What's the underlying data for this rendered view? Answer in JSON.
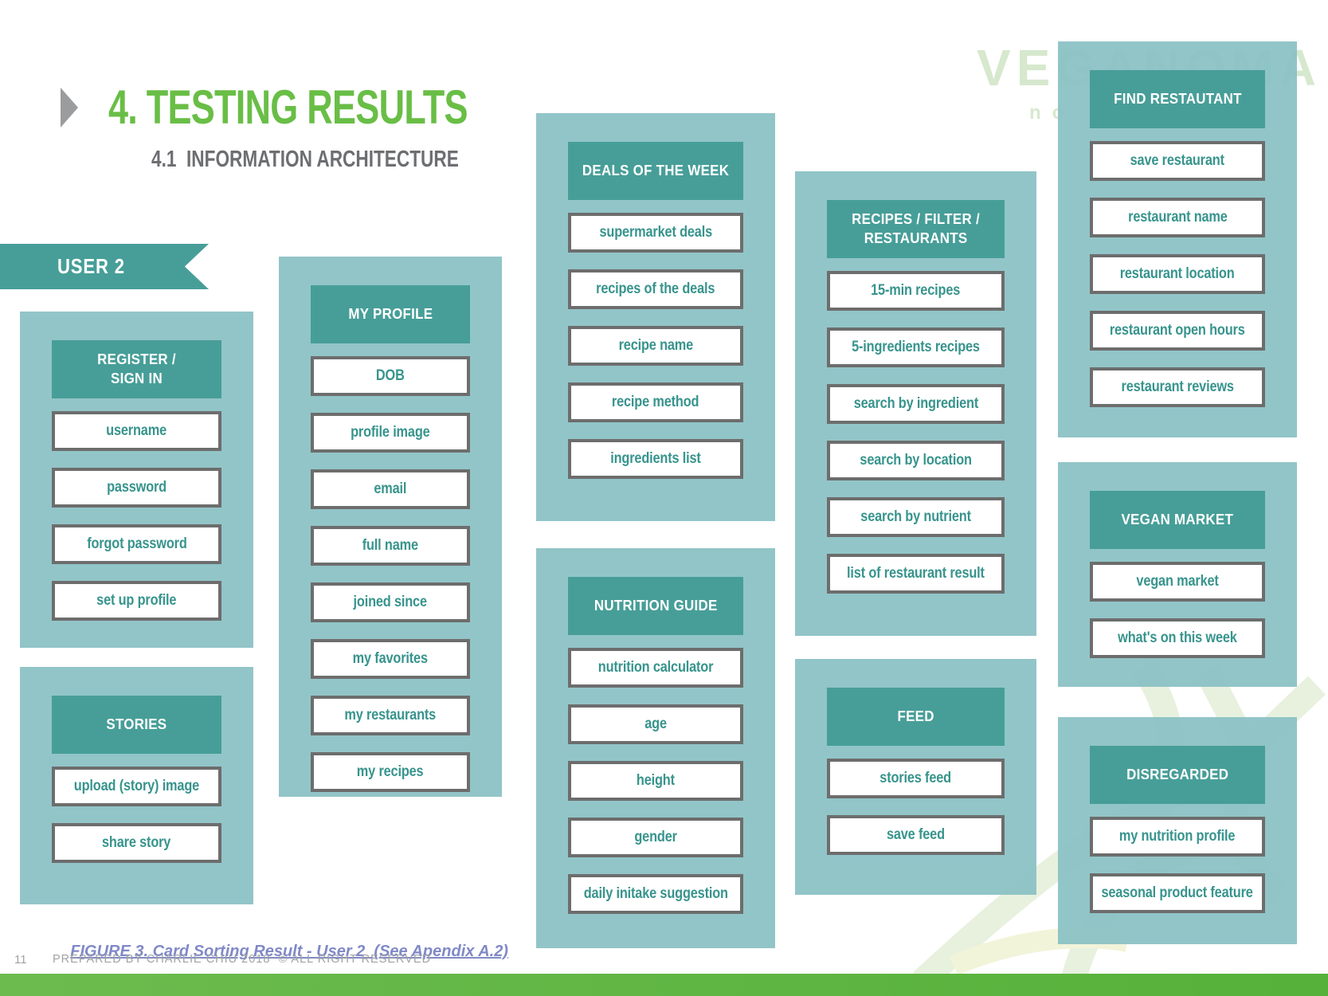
{
  "slide": {
    "title": "4. TESTING RESULTS",
    "subtitle": "4.1  INFORMATION ARCHITECTURE",
    "ribbon_label": "USER 2",
    "caption": "FIGURE 3. Card Sorting Result - User 2  (See Apendix A.2)",
    "page_number": "11",
    "credit": "PREPARED BY CHARLIE CHIU 2018  © ALL RIGHT RESERVED",
    "watermark_text": "VEGANOMA",
    "watermark_tagline": "no"
  },
  "colors": {
    "accent_green": "#69be46",
    "teal_dark": "#479e98",
    "teal_light": "#8ac1c4",
    "card_text": "#37948d",
    "card_border": "#6d6d6d",
    "caption_link": "#8089c7",
    "footer_gray": "#a0a2a5",
    "bottom_bar_green": "#5cb43f"
  },
  "groups": [
    {
      "id": "register",
      "header": "REGISTER /\nSIGN IN",
      "cards": [
        "username",
        "password",
        "forgot password",
        "set up profile"
      ]
    },
    {
      "id": "stories",
      "header": "STORIES",
      "cards": [
        "upload (story) image",
        "share story"
      ]
    },
    {
      "id": "profile",
      "header": "MY PROFILE",
      "cards": [
        "DOB",
        "profile image",
        "email",
        "full name",
        "joined since",
        "my favorites",
        "my restaurants",
        "my recipes"
      ]
    },
    {
      "id": "deals",
      "header": "DEALS OF THE WEEK",
      "cards": [
        "supermarket deals",
        "recipes of the deals",
        "recipe name",
        "recipe method",
        "ingredients list"
      ]
    },
    {
      "id": "nutrition",
      "header": "NUTRITION GUIDE",
      "cards": [
        "nutrition calculator",
        "age",
        "height",
        "gender",
        "daily initake suggestion"
      ]
    },
    {
      "id": "recipes",
      "header": "RECIPES / FILTER /\nRESTAURANTS",
      "cards": [
        "15-min recipes",
        "5-ingredients recipes",
        "search by ingredient",
        "search by location",
        "search by nutrient",
        "list of restaurant result"
      ]
    },
    {
      "id": "feed",
      "header": "FEED",
      "cards": [
        "stories feed",
        "save feed"
      ]
    },
    {
      "id": "find",
      "header": "FIND RESTAUTANT",
      "cards": [
        "save restaurant",
        "restaurant name",
        "restaurant location",
        "restaurant open hours",
        "restaurant reviews"
      ]
    },
    {
      "id": "market",
      "header": "VEGAN MARKET",
      "cards": [
        "vegan market",
        "what's on this week"
      ]
    },
    {
      "id": "disregarded",
      "header": "DISREGARDED",
      "cards": [
        "my nutrition profile",
        "seasonal product feature"
      ]
    }
  ]
}
